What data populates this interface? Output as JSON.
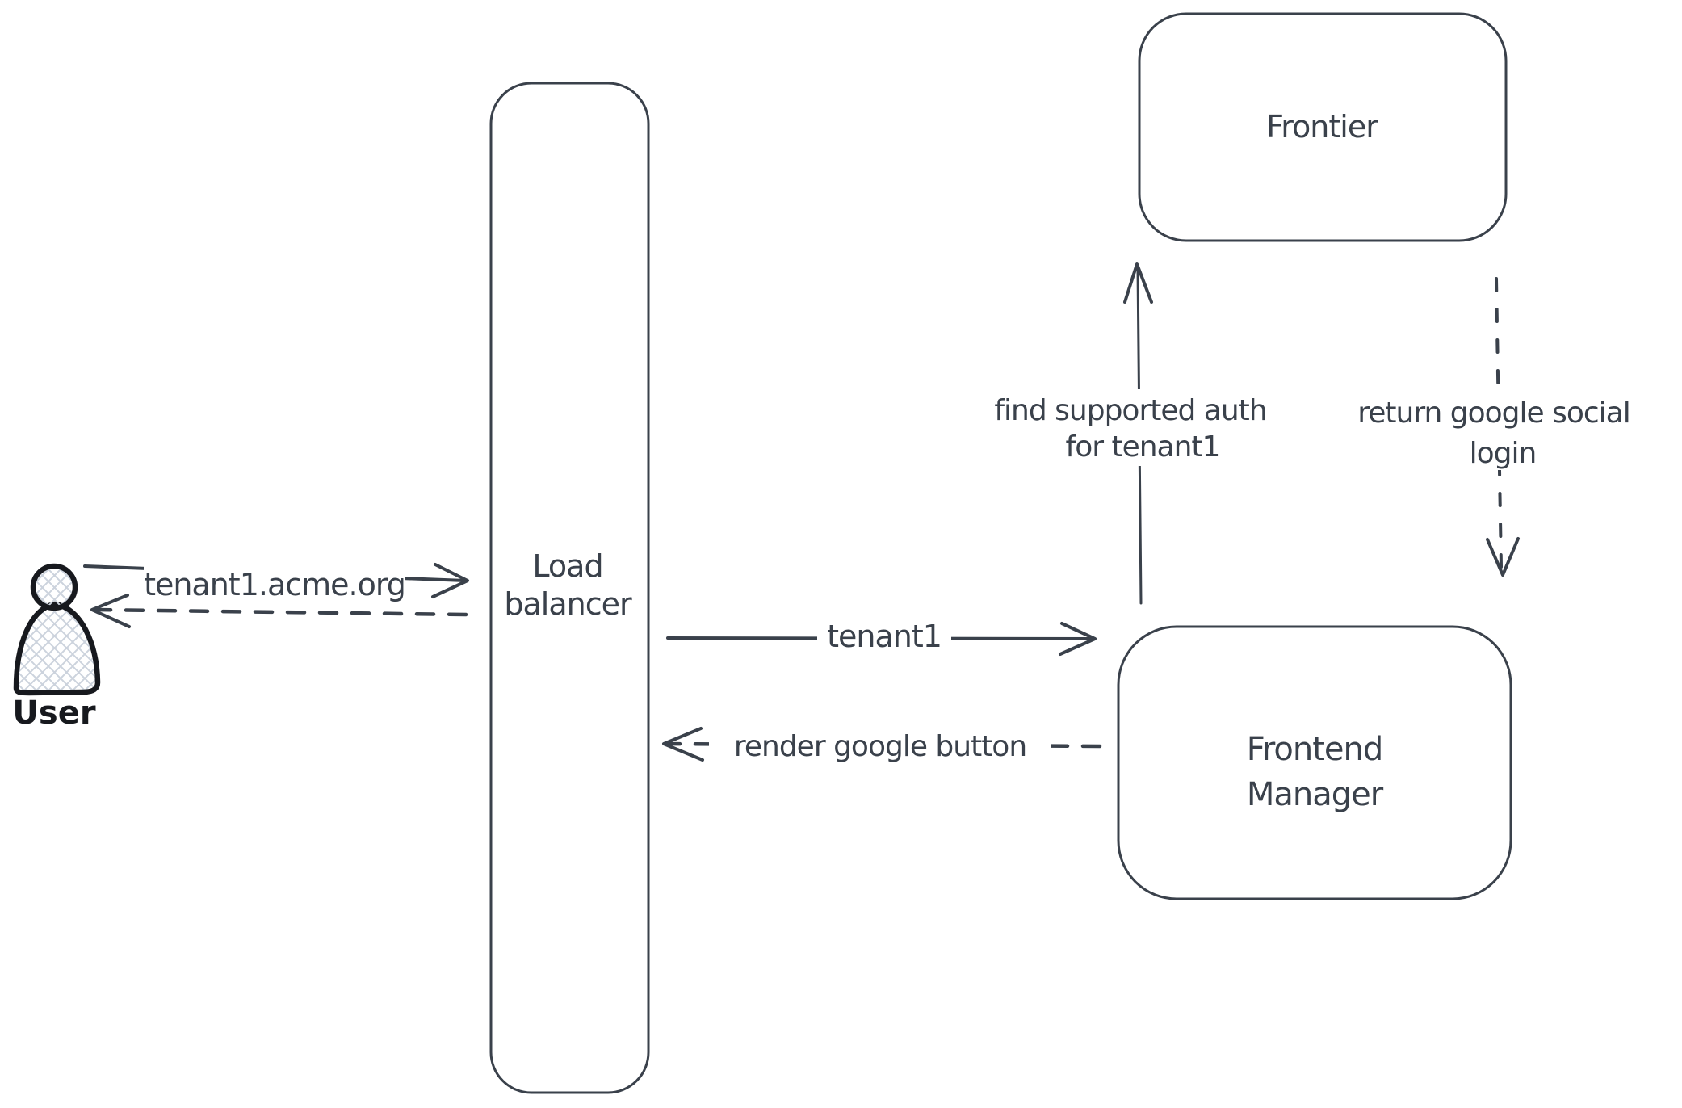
{
  "diagram": {
    "background": "#ffffff",
    "ink_color": "#3a414b",
    "person_color": "#17191e",
    "hatch_color": "#ccd3dd",
    "nodes": {
      "user": {
        "label": "User",
        "shape": "person"
      },
      "load_balancer": {
        "lines": [
          "Load",
          "balancer"
        ]
      },
      "frontier": {
        "label": "Frontier"
      },
      "frontend_manager": {
        "lines": [
          "Frontend",
          "Manager"
        ]
      }
    },
    "edges": {
      "user_to_load_balancer": {
        "label": "tenant1.acme.org",
        "style": "solid",
        "direction": "right"
      },
      "load_balancer_to_user": {
        "label": "",
        "style": "dashed",
        "direction": "left"
      },
      "load_balancer_to_frontend_manager": {
        "label": "tenant1",
        "style": "solid",
        "direction": "right"
      },
      "frontend_manager_to_load_balancer": {
        "label": "render google button",
        "style": "dashed",
        "direction": "left"
      },
      "frontend_manager_to_frontier": {
        "lines": [
          "find supported auth",
          "for tenant1"
        ],
        "style": "solid",
        "direction": "up"
      },
      "frontier_to_frontend_manager": {
        "lines": [
          "return google social",
          "login"
        ],
        "style": "dashed",
        "direction": "down"
      }
    }
  }
}
